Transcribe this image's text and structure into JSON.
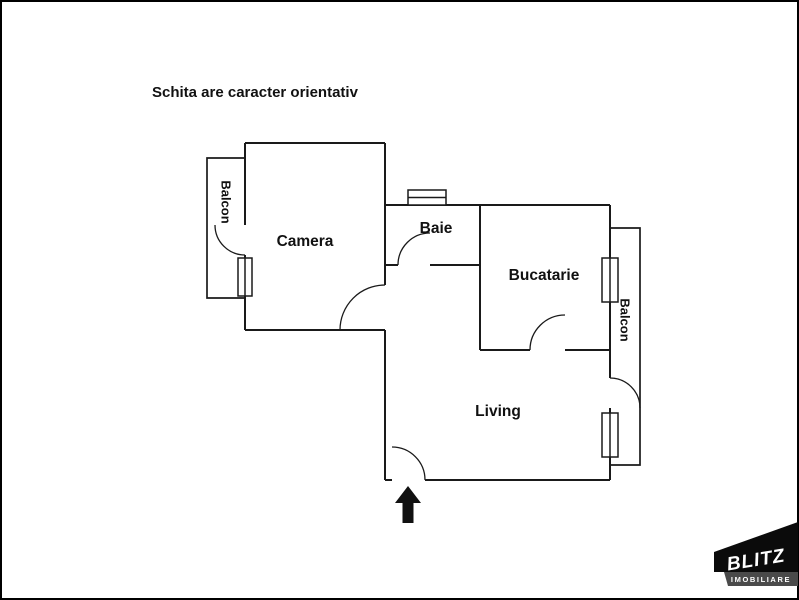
{
  "title": {
    "text": "Schita are caracter orientativ"
  },
  "floorplan": {
    "rooms": {
      "camera": "Camera",
      "baie": "Baie",
      "bucatarie": "Bucatarie",
      "living": "Living",
      "balcon_left": "Balcon",
      "balcon_right": "Balcon"
    }
  },
  "logo": {
    "brand": "BLITZ",
    "tagline": "IMOBILIARE"
  },
  "colors": {
    "wall": "#1a1a1a",
    "background": "#ffffff",
    "label_text": "#111111",
    "arrow": "#111111",
    "logo_background": "#0b0b0b",
    "logo_band": "#4a4a4a",
    "logo_text": "#ffffff"
  }
}
